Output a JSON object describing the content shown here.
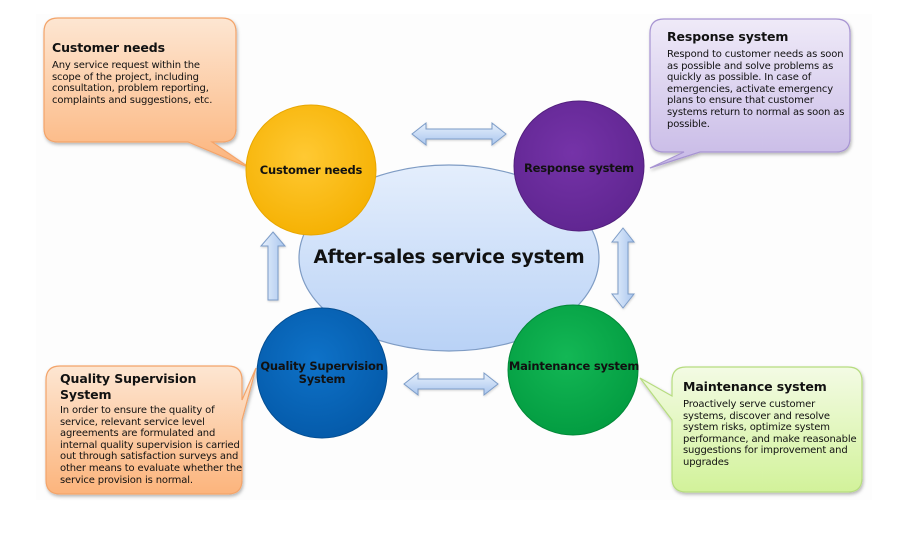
{
  "diagram": {
    "center": {
      "label": "After-sales service system"
    },
    "nodes": [
      {
        "id": "customer-needs",
        "label": "Customer needs",
        "color": "#FDBE14"
      },
      {
        "id": "response-system",
        "label": "Response system",
        "color": "#6F2E9E"
      },
      {
        "id": "maintenance-system",
        "label": "Maintenance system",
        "color": "#09AA4A"
      },
      {
        "id": "quality-supervision",
        "label": "Quality Supervision System",
        "label_line1": "Quality Supervision",
        "label_line2": "System",
        "color": "#0A68BE"
      }
    ],
    "callouts": {
      "customer_needs": {
        "title": "Customer needs",
        "body": "Any service request within the scope of the project, including consultation, problem reporting, complaints and suggestions, etc.",
        "fill": "#FDCFA8"
      },
      "response_system": {
        "title": "Response system",
        "body": "Respond to customer needs as soon as possible and solve problems as quickly as possible. In case of emergencies, activate emergency plans to ensure that customer systems return to normal as soon as possible.",
        "fill": "#DCD3F0"
      },
      "quality_supervision": {
        "title": "Quality Supervision  System",
        "body": "In order to ensure the quality of service, relevant service level agreements are formulated and internal quality supervision is carried out through satisfaction surveys and other means to evaluate whether the service provision is normal.",
        "fill": "#FDCFA8"
      },
      "maintenance_system": {
        "title": "Maintenance system",
        "body": "Proactively serve customer systems, discover and resolve system risks, optimize system performance, and make reasonable suggestions for improvement and upgrades",
        "fill": "#E2F6BE"
      }
    },
    "connections": [
      {
        "from": "customer-needs",
        "to": "response-system",
        "type": "bidirectional"
      },
      {
        "from": "response-system",
        "to": "maintenance-system",
        "type": "bidirectional"
      },
      {
        "from": "quality-supervision",
        "to": "maintenance-system",
        "type": "bidirectional"
      },
      {
        "from": "quality-supervision",
        "to": "customer-needs",
        "type": "unidirectional"
      }
    ]
  }
}
